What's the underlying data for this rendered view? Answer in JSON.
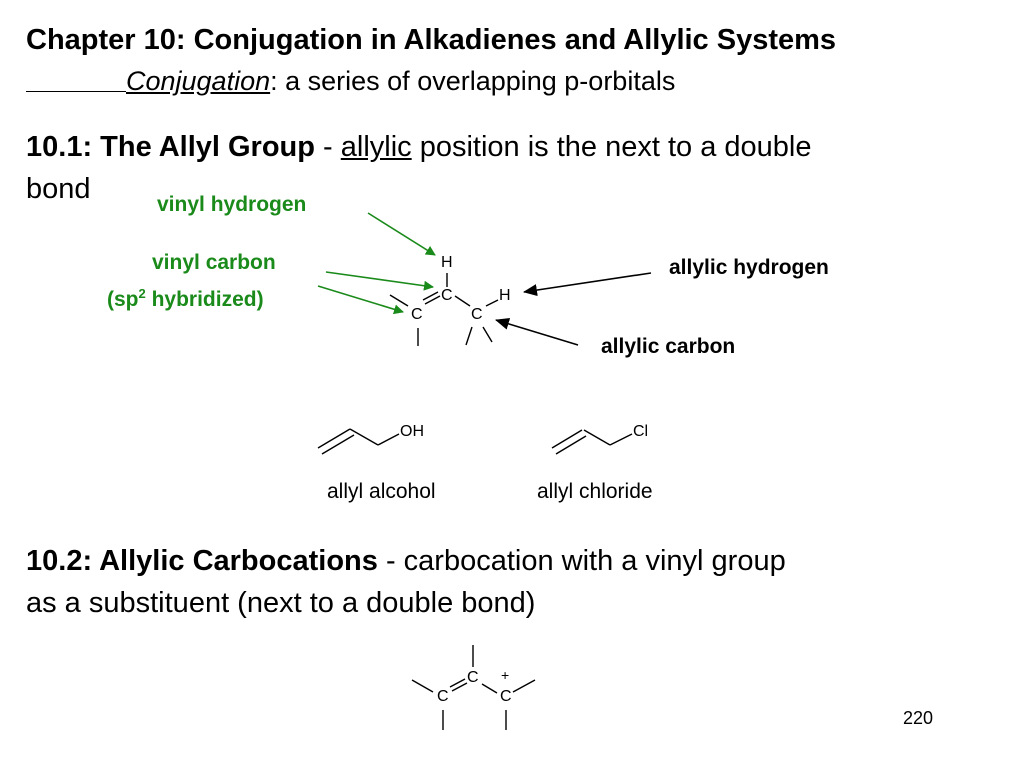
{
  "title": "Chapter 10: Conjugation in Alkadienes and Allylic Systems",
  "conjugation": {
    "term": "Conjugation",
    "definition": ": a series of overlapping p-orbitals"
  },
  "section_10_1": {
    "heading": "10.1: The Allyl Group",
    "dash": " - ",
    "term": "allylic",
    "text_line1": " position is the next to a double",
    "text_line2": "bond"
  },
  "labels": {
    "vinyl_hydrogen": "vinyl hydrogen",
    "vinyl_carbon": "vinyl carbon",
    "sp2_open": "(sp",
    "sp2_sup": "2",
    "sp2_close": " hybridized)",
    "allylic_hydrogen": "allylic hydrogen",
    "allylic_carbon": "allylic carbon"
  },
  "atoms": {
    "H": "H",
    "C": "C",
    "OH": "OH",
    "Cl": "Cl",
    "plus": "+"
  },
  "molecules": {
    "allyl_alcohol": "allyl alcohol",
    "allyl_chloride": "allyl chloride"
  },
  "section_10_2": {
    "heading": "10.2: Allylic Carbocations",
    "text_line1": " - carbocation with a vinyl group",
    "text_line2": "as a substituent (next to a double bond)"
  },
  "page_number": "220",
  "colors": {
    "green": "#1a8a1a",
    "text": "#000000"
  }
}
